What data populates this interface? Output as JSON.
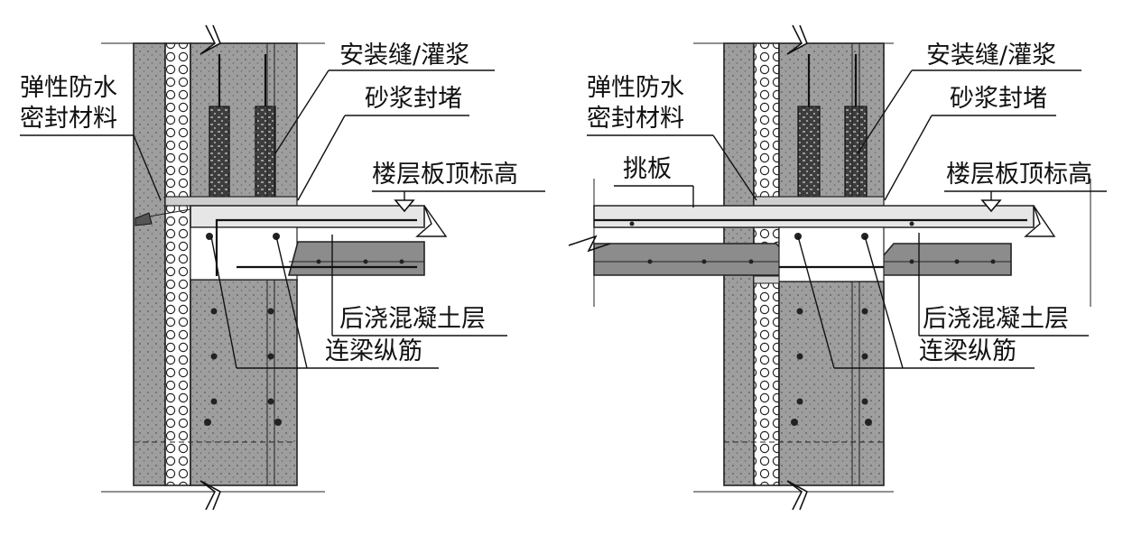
{
  "figure": {
    "left": {
      "label_install_joint": "安装缝/灌浆",
      "label_elastic_1": "弹性防水",
      "label_elastic_2": "密封材料",
      "label_mortar_seal": "砂浆封堵",
      "label_floor_elevation": "楼层板顶标高",
      "label_cast_layer": "后浇混凝土层",
      "label_beam_bar": "连梁纵筋"
    },
    "right": {
      "label_install_joint": "安装缝/灌浆",
      "label_elastic_1": "弹性防水",
      "label_elastic_2": "密封材料",
      "label_mortar_seal": "砂浆封堵",
      "label_cantilever": "挑板",
      "label_floor_elevation": "楼层板顶标高",
      "label_cast_layer": "后浇混凝土层",
      "label_beam_bar": "连梁纵筋"
    }
  },
  "colors": {
    "wall": "#9e9e9e",
    "insulation": "#ffffff",
    "slab_topping": "#e6e6e6",
    "precast_slab": "#8c8c8c"
  },
  "icons": [
    "insulation-pattern",
    "elevation-triangle",
    "break-line"
  ]
}
